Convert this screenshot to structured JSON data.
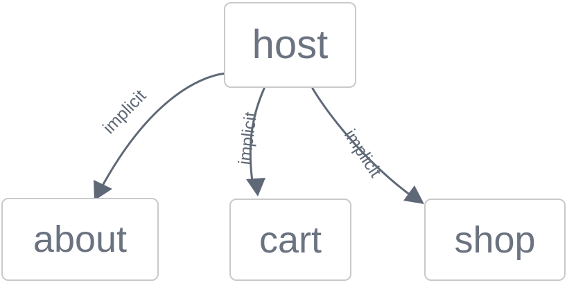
{
  "diagram": {
    "type": "directed-graph",
    "background_color": "#ffffff",
    "node_border_color": "#c9c9c9",
    "node_text_color": "#6b7280",
    "edge_color": "#5f6877",
    "nodes": [
      {
        "id": "host",
        "label": "host"
      },
      {
        "id": "about",
        "label": "about"
      },
      {
        "id": "cart",
        "label": "cart"
      },
      {
        "id": "shop",
        "label": "shop"
      }
    ],
    "edges": [
      {
        "from": "host",
        "to": "about",
        "label": "implicit"
      },
      {
        "from": "host",
        "to": "cart",
        "label": "implicit"
      },
      {
        "from": "host",
        "to": "shop",
        "label": "implicit"
      }
    ]
  }
}
